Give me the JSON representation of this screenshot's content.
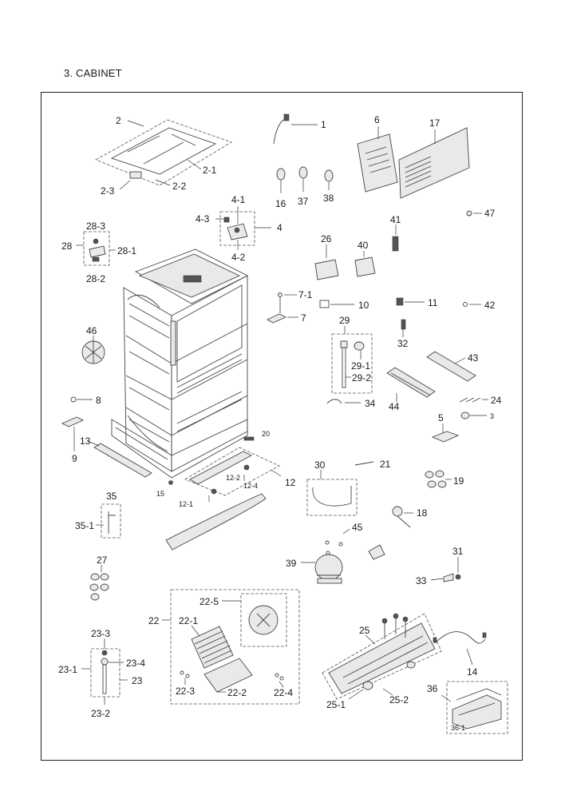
{
  "section_title": "3. CABINET",
  "labels": {
    "p1": "1",
    "p2": "2",
    "p2_1": "2-1",
    "p2_2": "2-2",
    "p2_3": "2-3",
    "p6": "6",
    "p17": "17",
    "p16": "16",
    "p37": "37",
    "p38": "38",
    "p47": "47",
    "p4_1": "4-1",
    "p4_3": "4-3",
    "p4": "4",
    "p4_2": "4-2",
    "p28_3": "28-3",
    "p28": "28",
    "p28_1": "28-1",
    "p28_2": "28-2",
    "p26": "26",
    "p40": "40",
    "p41": "41",
    "p7_1": "7-1",
    "p7": "7",
    "p10": "10",
    "p11": "11",
    "p42": "42",
    "p46": "46",
    "p29": "29",
    "p29_1": "29-1",
    "p29_2": "29-2",
    "p32": "32",
    "p43": "43",
    "p44": "44",
    "p24": "24",
    "p3": "3",
    "p8": "8",
    "p9": "9",
    "p34": "34",
    "p5": "5",
    "p13": "13",
    "p20": "20",
    "p30": "30",
    "p21": "21",
    "p19": "19",
    "p12": "12",
    "p12_2": "12-2",
    "p12_4": "12-4",
    "p12_1": "12-1",
    "p15": "15",
    "p35": "35",
    "p35_1": "35-1",
    "p18": "18",
    "p45": "45",
    "p27": "27",
    "p31": "31",
    "p39": "39",
    "p33": "33",
    "p22": "22",
    "p22_5": "22-5",
    "p22_1": "22-1",
    "p22_3": "22-3",
    "p22_2": "22-2",
    "p22_4": "22-4",
    "p23_3": "23-3",
    "p23_4": "23-4",
    "p23_1": "23-1",
    "p23": "23",
    "p23_2": "23-2",
    "p25": "25",
    "p25_1": "25-1",
    "p25_2": "25-2",
    "p14": "14",
    "p36": "36",
    "p36_1": "36-1"
  }
}
